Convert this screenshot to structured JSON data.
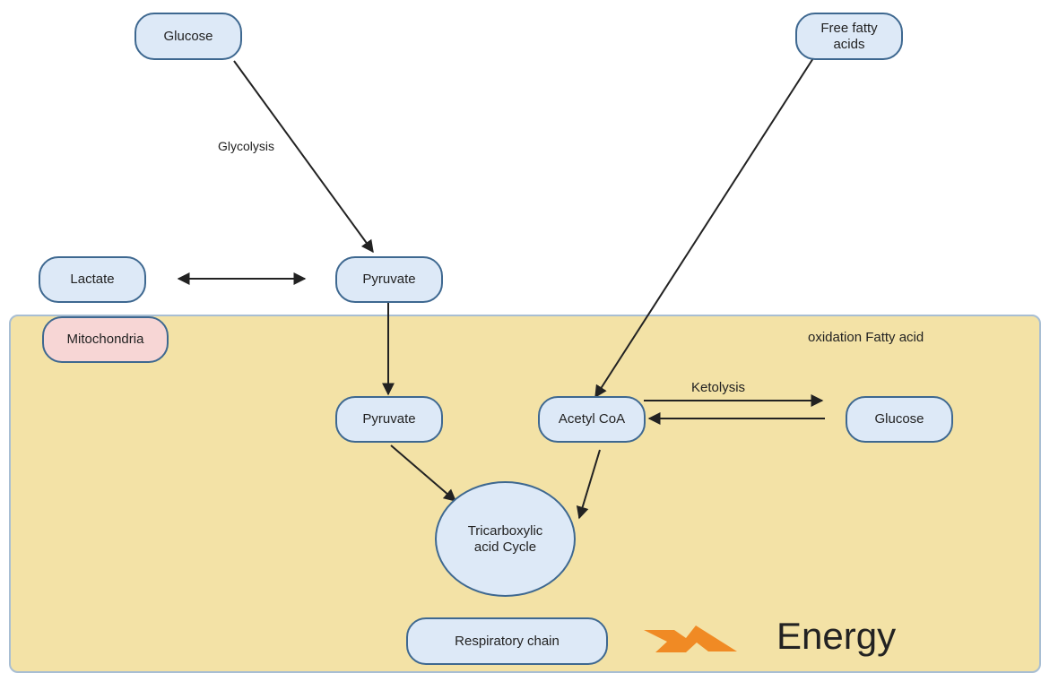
{
  "nodes": {
    "glucose_top": "Glucose",
    "free_fatty_acids": "Free fatty\nacids",
    "lactate": "Lactate",
    "pyruvate_top": "Pyruvate",
    "mitochondria": "Mitochondria",
    "pyruvate_inner": "Pyruvate",
    "acetyl_coa": "Acetyl CoA",
    "glucose_right": "Glucose",
    "tca_cycle": "Tricarboxylic\nacid Cycle",
    "respiratory_chain": "Respiratory chain"
  },
  "labels": {
    "glycolysis": "Glycolysis",
    "ketolysis": "Ketolysis",
    "fatty_acid_oxidation": "oxidation Fatty acid",
    "energy": "Energy"
  },
  "colors": {
    "node_fill": "#dde9f7",
    "node_border": "#3e6890",
    "mitochondria_fill": "#f7d6d5",
    "compartment_fill": "#f3e2a6",
    "energy_bolt": "#f08a24",
    "arrow": "#222222"
  },
  "icons": {
    "energy": "lightning-bolt-icon"
  }
}
